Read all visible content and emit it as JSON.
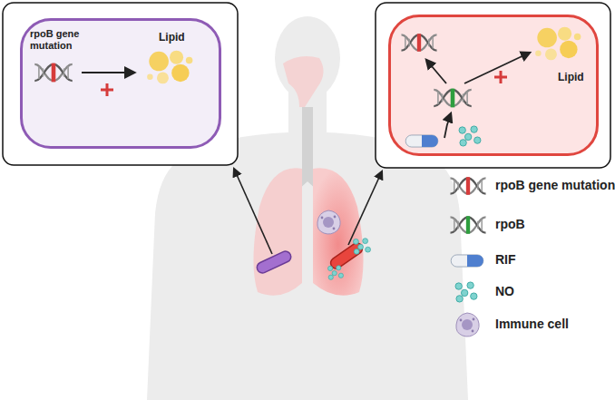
{
  "diagram": {
    "nodes": [
      {
        "text": [
          "rpoB gene mutation",
          "Lipid"
        ]
      },
      {
        "text": [
          "Lipid"
        ]
      }
    ],
    "legend": [
      {
        "text": "rpoB gene mutation"
      },
      {
        "text": "rpoB"
      },
      {
        "text": "RIF"
      },
      {
        "text": "NO"
      },
      {
        "text": "Immune cell"
      }
    ]
  }
}
